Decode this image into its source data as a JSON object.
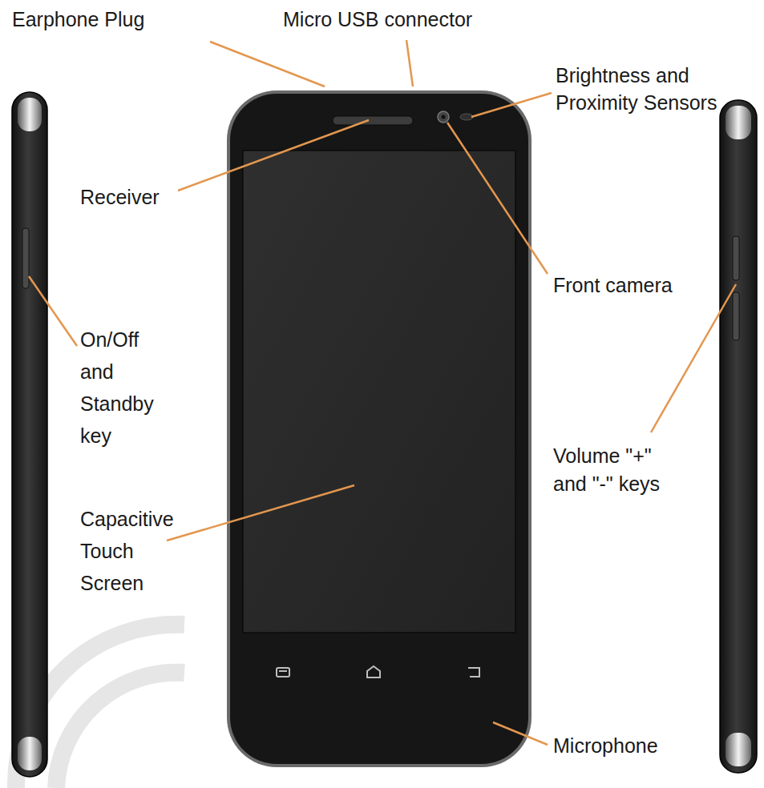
{
  "diagram": {
    "labels": [
      "Earphone Plug",
      "Micro USB connector",
      "Brightness and Proximity Sensors",
      "Receiver",
      "Front camera",
      "On/Off and Standby key",
      "Volume \"+\" and \"-\" keys",
      "Capacitive Touch Screen",
      "Microphone"
    ]
  }
}
